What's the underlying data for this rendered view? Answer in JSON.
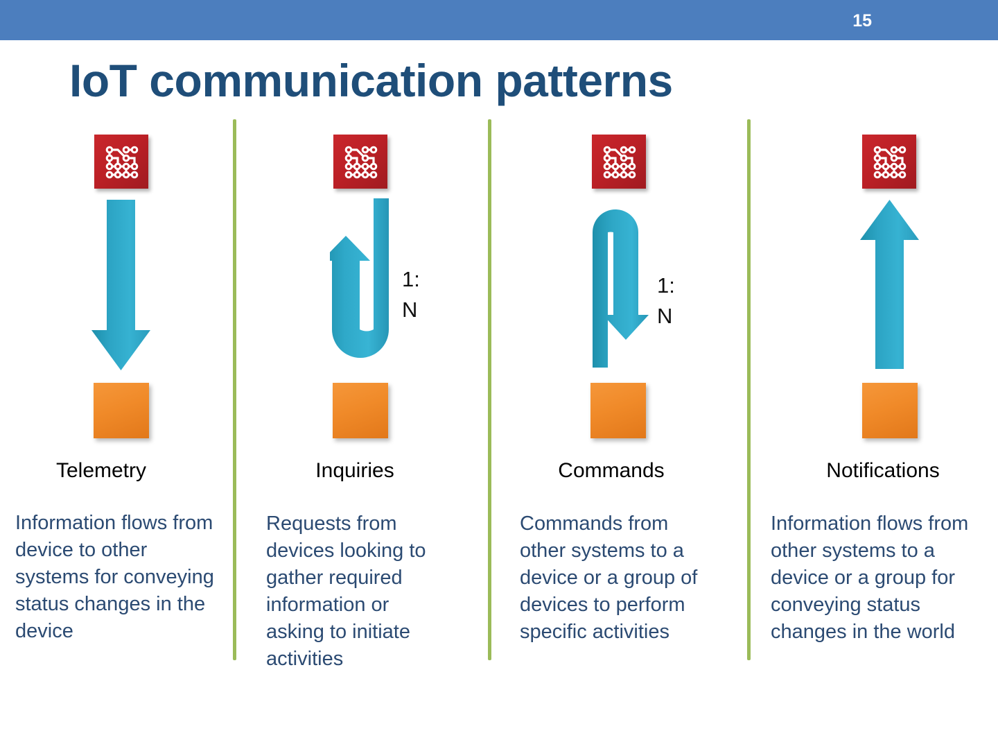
{
  "header": {
    "slide_number": "15",
    "bar_color": "#4C7EBE"
  },
  "title": {
    "text": "IoT communication patterns",
    "color": "#1F4E79"
  },
  "theme": {
    "divider_color": "#9BBB59",
    "device_icon_color": "#BC2026",
    "system_box_color": "#F08A29",
    "arrow_color": "#2EA3C4",
    "body_text_color": "#2B4A72",
    "heading_text_color": "#000000"
  },
  "columns": [
    {
      "heading": "Telemetry",
      "body": "Information flows from device to other systems for conveying status changes in the device",
      "ratio": "",
      "device_icon": "iot-circuit-icon",
      "system_icon": "system-box",
      "arrow": "arrow-down",
      "direction": "device-to-system"
    },
    {
      "heading": "Inquiries",
      "body": "Requests from devices looking to gather required information or asking  to initiate activities",
      "ratio_line1": "1:",
      "ratio_line2": "N",
      "device_icon": "iot-circuit-icon",
      "system_icon": "system-box",
      "arrow": "arrow-u-turn-up",
      "direction": "device-to-system-and-back"
    },
    {
      "heading": "Commands",
      "body": "Commands from other systems to a device or a group of  devices to perform  specific activities",
      "ratio_line1": "1:",
      "ratio_line2": "N",
      "device_icon": "iot-circuit-icon",
      "system_icon": "system-box",
      "arrow": "arrow-u-turn-down",
      "direction": "system-to-device"
    },
    {
      "heading": "Notifications",
      "body": "Information flows from  other systems to a  device or a group for  conveying status  changes in the world",
      "ratio": "",
      "device_icon": "iot-circuit-icon",
      "system_icon": "system-box",
      "arrow": "arrow-up",
      "direction": "system-to-device"
    }
  ]
}
